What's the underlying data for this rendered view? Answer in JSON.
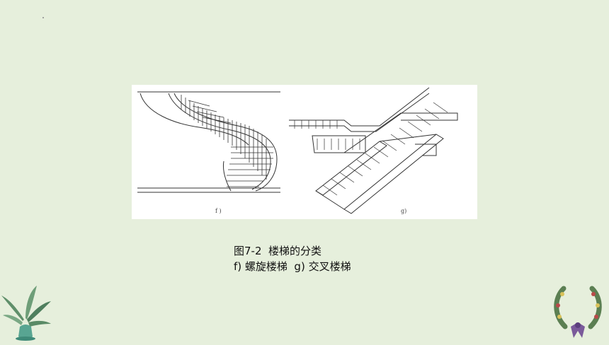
{
  "figure": {
    "label_f": "f )",
    "label_g": "g)"
  },
  "caption": {
    "line1": "图7-2  楼梯的分类",
    "line2": "f) 螺旋楼梯  g) 交叉楼梯"
  },
  "decorations": {
    "left": "plant-vase-icon",
    "right": "wreath-icon"
  }
}
